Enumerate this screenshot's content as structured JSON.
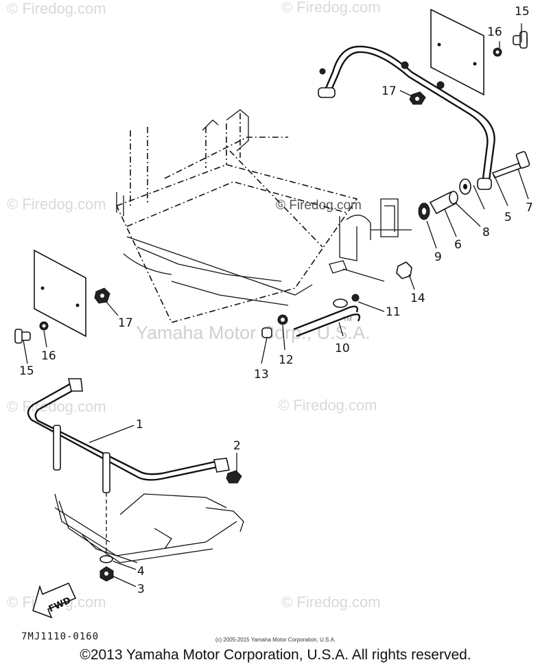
{
  "watermarks": {
    "repeated": "© Firedog.com",
    "center": "© Firedog.com",
    "center_tm": "TM",
    "corporate": "Yamaha Motor Corp., U.S.A."
  },
  "callouts": {
    "c1": "1",
    "c2": "2",
    "c3": "3",
    "c4": "4",
    "c5": "5",
    "c6": "6",
    "c7": "7",
    "c8": "8",
    "c9": "9",
    "c10": "10",
    "c11": "11",
    "c12": "12",
    "c13": "13",
    "c14": "14",
    "c15a": "15",
    "c15b": "15",
    "c16a": "16",
    "c16b": "16",
    "c17a": "17",
    "c17b": "17"
  },
  "fwd_label": "FWD",
  "diagram_code": "7MJ1110-0160",
  "small_copyright": "(c) 2005-2015 Yamaha Motor Corporation, U.S.A.",
  "copyright": "©2013 Yamaha Motor Corporation, U.S.A. All rights reserved."
}
